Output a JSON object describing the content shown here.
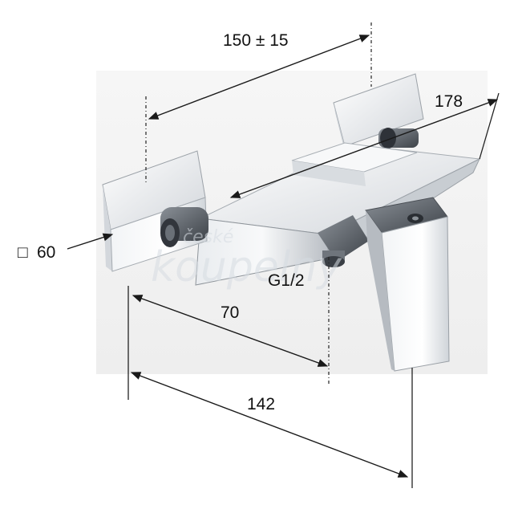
{
  "diagram": {
    "dimensions": {
      "width_between_centers": "150 ± 15",
      "body_length": "178",
      "handle_square": "60",
      "handle_square_symbol": "□",
      "inlet_depth": "70",
      "inlet_thread": "G1/2",
      "total_depth": "142"
    },
    "watermark": {
      "line1": "české",
      "line2": "koupelny"
    },
    "colors": {
      "chrome_light": "#f4f6f8",
      "chrome_mid": "#c9ced4",
      "chrome_dark": "#6d737a",
      "line": "#1a1a1a"
    }
  }
}
